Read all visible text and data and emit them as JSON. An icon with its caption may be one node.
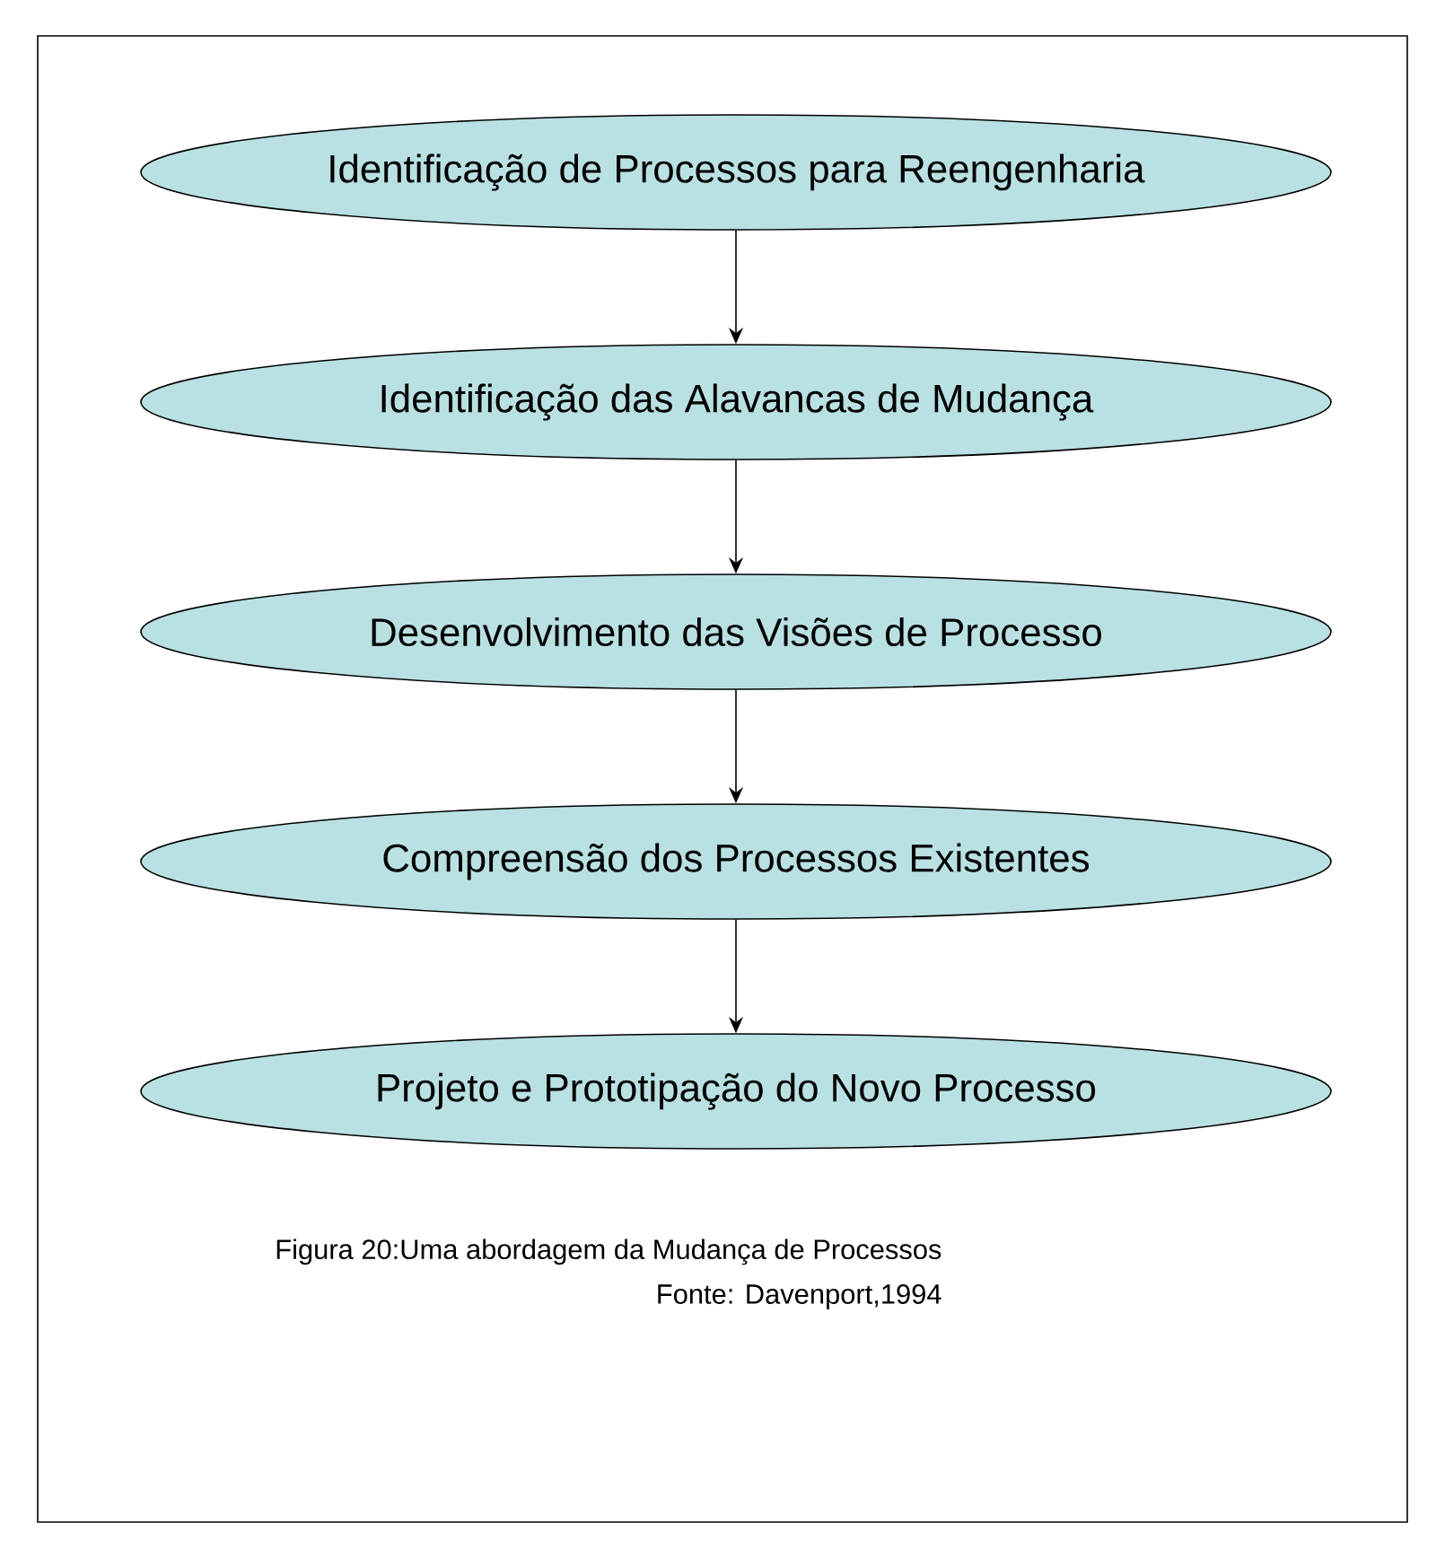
{
  "diagram": {
    "caption": "Figura 20:Uma abordagem da Mudança de Processos",
    "nodes": [
      {
        "text": [
          "Identificação de Processos para Reengenharia"
        ]
      },
      {
        "text": [
          "Identificação das Alavancas de Mudança"
        ]
      },
      {
        "text": [
          "Desenvolvimento das Visões de Processo"
        ]
      },
      {
        "text": [
          "Compreensão dos Processos Existentes"
        ]
      },
      {
        "text": [
          "Projeto e Prototipação do Novo Processo"
        ]
      }
    ],
    "edges": [
      {
        "from": 0,
        "to": 1,
        "arrow": "to"
      },
      {
        "from": 1,
        "to": 2,
        "arrow": "to"
      },
      {
        "from": 2,
        "to": 3,
        "arrow": "to"
      },
      {
        "from": 3,
        "to": 4,
        "arrow": "to"
      }
    ],
    "labels": [
      "Fonte: Davenport,1994"
    ]
  }
}
